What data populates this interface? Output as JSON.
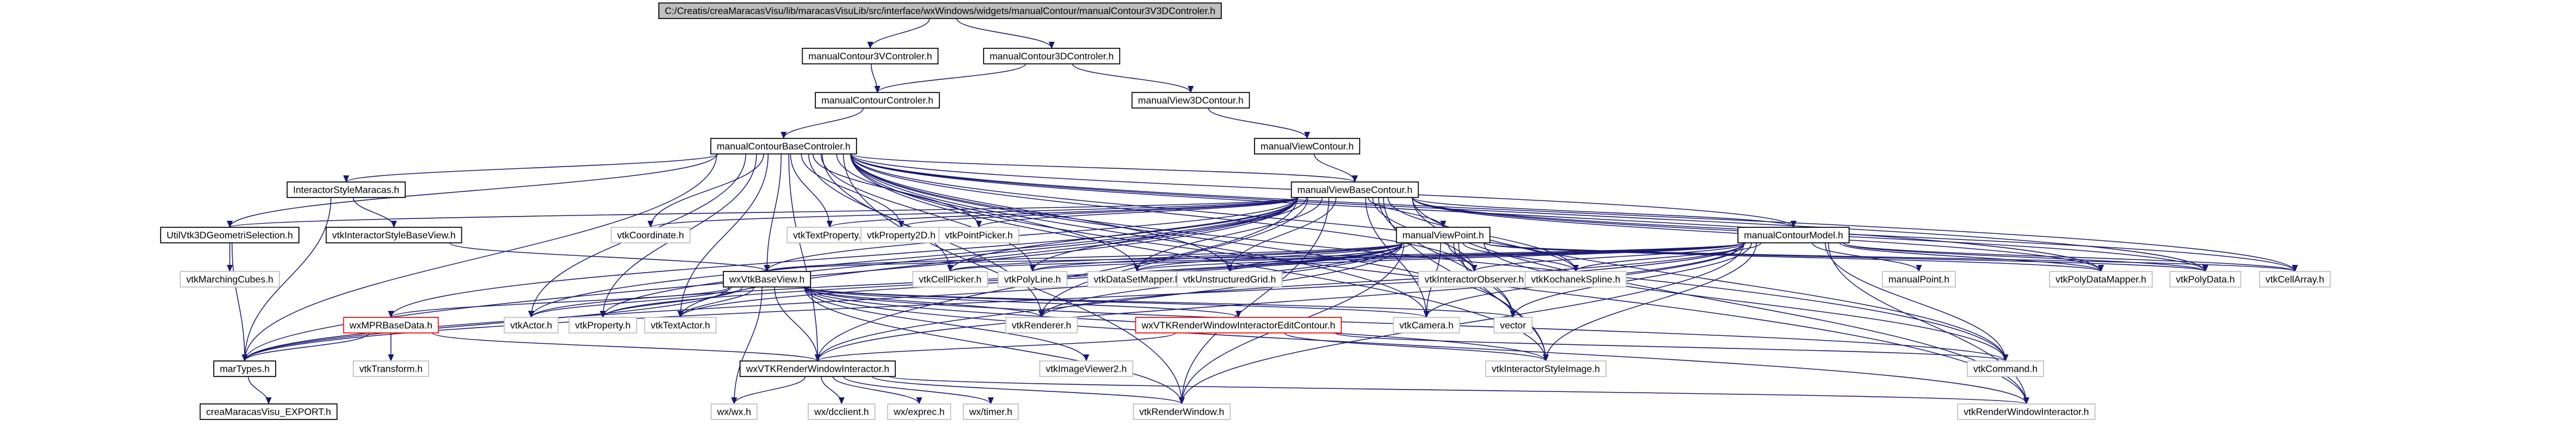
{
  "colors": {
    "background": "#ffffff",
    "edge": "#191970",
    "box_border": "#bfbfbf",
    "root_fill": "#bfbfbf",
    "root_border": "#000000",
    "linked_border": "#000000",
    "missing_border": "#ff0000",
    "text": "#000000"
  },
  "nodes": [
    {
      "id": "root",
      "label": "C:/Creatis/creaMaracasVisu/lib/maracasVisuLib/src/interface/wxWindows/widgets/manualContour/manualContour3V3DControler.h",
      "style": "root"
    },
    {
      "id": "c3v",
      "label": "manualContour3VControler.h",
      "style": "linked"
    },
    {
      "id": "c3d",
      "label": "manualContour3DControler.h",
      "style": "linked"
    },
    {
      "id": "cc",
      "label": "manualContourControler.h",
      "style": "linked"
    },
    {
      "id": "v3d",
      "label": "manualView3DContour.h",
      "style": "linked"
    },
    {
      "id": "cbc",
      "label": "manualContourBaseControler.h",
      "style": "linked"
    },
    {
      "id": "vc",
      "label": "manualViewContour.h",
      "style": "linked"
    },
    {
      "id": "ism",
      "label": "InteractorStyleMaracas.h",
      "style": "linked"
    },
    {
      "id": "vbc",
      "label": "manualViewBaseContour.h",
      "style": "linked"
    },
    {
      "id": "util",
      "label": "UtilVtk3DGeometriSelection.h",
      "style": "linked"
    },
    {
      "id": "isbv",
      "label": "vtkInteractorStyleBaseView.h",
      "style": "linked"
    },
    {
      "id": "vcoord",
      "label": "vtkCoordinate.h",
      "style": "plain"
    },
    {
      "id": "vtextprop",
      "label": "vtkTextProperty.h",
      "style": "plain"
    },
    {
      "id": "vprop2d",
      "label": "vtkProperty2D.h",
      "style": "plain"
    },
    {
      "id": "vpointpick",
      "label": "vtkPointPicker.h",
      "style": "plain"
    },
    {
      "id": "mvp",
      "label": "manualViewPoint.h",
      "style": "linked"
    },
    {
      "id": "mcm",
      "label": "manualContourModel.h",
      "style": "linked"
    },
    {
      "id": "vmc",
      "label": "vtkMarchingCubes.h",
      "style": "plain"
    },
    {
      "id": "vtkbv",
      "label": "wxVtkBaseView.h",
      "style": "linked"
    },
    {
      "id": "vcellpick",
      "label": "vtkCellPicker.h",
      "style": "plain"
    },
    {
      "id": "vpolyline",
      "label": "vtkPolyLine.h",
      "style": "plain"
    },
    {
      "id": "vdsm",
      "label": "vtkDataSetMapper.h",
      "style": "plain"
    },
    {
      "id": "vug",
      "label": "vtkUnstructuredGrid.h",
      "style": "plain"
    },
    {
      "id": "vio",
      "label": "vtkInteractorObserver.h",
      "style": "plain"
    },
    {
      "id": "vks",
      "label": "vtkKochanekSpline.h",
      "style": "plain"
    },
    {
      "id": "mpoint",
      "label": "manualPoint.h",
      "style": "plain"
    },
    {
      "id": "vpdm",
      "label": "vtkPolyDataMapper.h",
      "style": "plain"
    },
    {
      "id": "vpd",
      "label": "vtkPolyData.h",
      "style": "plain"
    },
    {
      "id": "vca",
      "label": "vtkCellArray.h",
      "style": "plain"
    },
    {
      "id": "mpr",
      "label": "wxMPRBaseData.h",
      "style": "missing"
    },
    {
      "id": "vactor",
      "label": "vtkActor.h",
      "style": "plain"
    },
    {
      "id": "vprop",
      "label": "vtkProperty.h",
      "style": "plain"
    },
    {
      "id": "vtextactor",
      "label": "vtkTextActor.h",
      "style": "plain"
    },
    {
      "id": "vrenderer",
      "label": "vtkRenderer.h",
      "style": "plain"
    },
    {
      "id": "rwiec",
      "label": "wxVTKRenderWindowInteractorEditContour.h",
      "style": "missing"
    },
    {
      "id": "vcam",
      "label": "vtkCamera.h",
      "style": "plain"
    },
    {
      "id": "vector",
      "label": "vector",
      "style": "plain"
    },
    {
      "id": "martypes",
      "label": "marTypes.h",
      "style": "linked"
    },
    {
      "id": "vtransform",
      "label": "vtkTransform.h",
      "style": "plain"
    },
    {
      "id": "rwi",
      "label": "wxVTKRenderWindowInteractor.h",
      "style": "linked"
    },
    {
      "id": "vimgv2",
      "label": "vtkImageViewer2.h",
      "style": "plain"
    },
    {
      "id": "visi",
      "label": "vtkInteractorStyleImage.h",
      "style": "plain"
    },
    {
      "id": "vcmd",
      "label": "vtkCommand.h",
      "style": "plain"
    },
    {
      "id": "export",
      "label": "creaMaracasVisu_EXPORT.h",
      "style": "linked"
    },
    {
      "id": "wxwx",
      "label": "wx/wx.h",
      "style": "plain"
    },
    {
      "id": "wxdc",
      "label": "wx/dcclient.h",
      "style": "plain"
    },
    {
      "id": "wxexp",
      "label": "wx/exprec.h",
      "style": "plain"
    },
    {
      "id": "wxtimer",
      "label": "wx/timer.h",
      "style": "plain"
    },
    {
      "id": "vrw",
      "label": "vtkRenderWindow.h",
      "style": "plain"
    },
    {
      "id": "vrwi",
      "label": "vtkRenderWindowInteractor.h",
      "style": "plain"
    }
  ],
  "edges": [
    [
      "root",
      "c3v"
    ],
    [
      "root",
      "c3d"
    ],
    [
      "c3v",
      "cc"
    ],
    [
      "c3d",
      "cc"
    ],
    [
      "c3d",
      "v3d"
    ],
    [
      "cc",
      "cbc"
    ],
    [
      "v3d",
      "vc"
    ],
    [
      "vc",
      "vbc"
    ],
    [
      "cbc",
      "ism"
    ],
    [
      "cbc",
      "vbc"
    ],
    [
      "cbc",
      "util"
    ],
    [
      "cbc",
      "mcm"
    ],
    [
      "cbc",
      "vcoord"
    ],
    [
      "cbc",
      "vtextprop"
    ],
    [
      "cbc",
      "vprop2d"
    ],
    [
      "cbc",
      "vpointpick"
    ],
    [
      "cbc",
      "vtkbv"
    ],
    [
      "cbc",
      "martypes"
    ],
    [
      "cbc",
      "vrenderer"
    ],
    [
      "cbc",
      "vcam"
    ],
    [
      "cbc",
      "vector"
    ],
    [
      "cbc",
      "vactor"
    ],
    [
      "cbc",
      "vprop"
    ],
    [
      "cbc",
      "vtextactor"
    ],
    [
      "cbc",
      "vcellpick"
    ],
    [
      "cbc",
      "vpolyline"
    ],
    [
      "cbc",
      "vdsm"
    ],
    [
      "cbc",
      "vug"
    ],
    [
      "cbc",
      "vio"
    ],
    [
      "cbc",
      "vks"
    ],
    [
      "cbc",
      "vpdm"
    ],
    [
      "cbc",
      "vpd"
    ],
    [
      "cbc",
      "vca"
    ],
    [
      "cbc",
      "rwi"
    ],
    [
      "cbc",
      "visi"
    ],
    [
      "cbc",
      "vcmd"
    ],
    [
      "cbc",
      "vrw"
    ],
    [
      "cbc",
      "vrwi"
    ],
    [
      "ism",
      "isbv"
    ],
    [
      "ism",
      "martypes"
    ],
    [
      "isbv",
      "vtkbv"
    ],
    [
      "util",
      "vmc"
    ],
    [
      "util",
      "martypes"
    ],
    [
      "vbc",
      "mvp"
    ],
    [
      "vbc",
      "mcm"
    ],
    [
      "vbc",
      "vcoord"
    ],
    [
      "vbc",
      "vtextprop"
    ],
    [
      "vbc",
      "vprop2d"
    ],
    [
      "vbc",
      "vpointpick"
    ],
    [
      "vbc",
      "util"
    ],
    [
      "vbc",
      "vtkbv"
    ],
    [
      "vbc",
      "vcellpick"
    ],
    [
      "vbc",
      "vpolyline"
    ],
    [
      "vbc",
      "vdsm"
    ],
    [
      "vbc",
      "vug"
    ],
    [
      "vbc",
      "vio"
    ],
    [
      "vbc",
      "vks"
    ],
    [
      "vbc",
      "vpdm"
    ],
    [
      "vbc",
      "vpd"
    ],
    [
      "vbc",
      "vca"
    ],
    [
      "vbc",
      "vactor"
    ],
    [
      "vbc",
      "vprop"
    ],
    [
      "vbc",
      "vtextactor"
    ],
    [
      "vbc",
      "vrenderer"
    ],
    [
      "vbc",
      "vcam"
    ],
    [
      "vbc",
      "martypes"
    ],
    [
      "vbc",
      "mpr"
    ],
    [
      "vbc",
      "rwi"
    ],
    [
      "vbc",
      "vrw"
    ],
    [
      "vbc",
      "vrwi"
    ],
    [
      "vbc",
      "visi"
    ],
    [
      "vbc",
      "vcmd"
    ],
    [
      "vbc",
      "vector"
    ],
    [
      "mvp",
      "vtkbv"
    ],
    [
      "mvp",
      "vcellpick"
    ],
    [
      "mvp",
      "vpolyline"
    ],
    [
      "mvp",
      "vdsm"
    ],
    [
      "mvp",
      "vug"
    ],
    [
      "mvp",
      "vio"
    ],
    [
      "mvp",
      "vks"
    ],
    [
      "mvp",
      "vpdm"
    ],
    [
      "mvp",
      "vpd"
    ],
    [
      "mvp",
      "vca"
    ],
    [
      "mvp",
      "vactor"
    ],
    [
      "mvp",
      "vprop"
    ],
    [
      "mvp",
      "vtextactor"
    ],
    [
      "mvp",
      "vrenderer"
    ],
    [
      "mvp",
      "vcam"
    ],
    [
      "mvp",
      "vector"
    ],
    [
      "mvp",
      "martypes"
    ],
    [
      "mvp",
      "rwi"
    ],
    [
      "mvp",
      "visi"
    ],
    [
      "mvp",
      "vcmd"
    ],
    [
      "mvp",
      "vrw"
    ],
    [
      "mcm",
      "mpoint"
    ],
    [
      "mcm",
      "vks"
    ],
    [
      "mcm",
      "vio"
    ],
    [
      "mcm",
      "vpdm"
    ],
    [
      "mcm",
      "vpd"
    ],
    [
      "mcm",
      "vca"
    ],
    [
      "mcm",
      "vcellpick"
    ],
    [
      "mcm",
      "vpolyline"
    ],
    [
      "mcm",
      "vdsm"
    ],
    [
      "mcm",
      "vug"
    ],
    [
      "mcm",
      "vector"
    ],
    [
      "mcm",
      "vrenderer"
    ],
    [
      "mcm",
      "vcam"
    ],
    [
      "mcm",
      "visi"
    ],
    [
      "mcm",
      "vcmd"
    ],
    [
      "mcm",
      "rwi"
    ],
    [
      "mcm",
      "vrwi"
    ],
    [
      "mcm",
      "vrw"
    ],
    [
      "mcm",
      "martypes"
    ],
    [
      "mcm",
      "vtkbv"
    ],
    [
      "vtkbv",
      "mpr"
    ],
    [
      "vtkbv",
      "vactor"
    ],
    [
      "vtkbv",
      "vprop"
    ],
    [
      "vtkbv",
      "vtextactor"
    ],
    [
      "vtkbv",
      "vrenderer"
    ],
    [
      "vtkbv",
      "rwiec"
    ],
    [
      "vtkbv",
      "vcam"
    ],
    [
      "vtkbv",
      "vector"
    ],
    [
      "vtkbv",
      "martypes"
    ],
    [
      "vtkbv",
      "rwi"
    ],
    [
      "vtkbv",
      "vimgv2"
    ],
    [
      "vtkbv",
      "visi"
    ],
    [
      "vtkbv",
      "vcmd"
    ],
    [
      "vtkbv",
      "wxwx"
    ],
    [
      "vtkbv",
      "vrw"
    ],
    [
      "vtkbv",
      "vrwi"
    ],
    [
      "mpr",
      "martypes"
    ],
    [
      "mpr",
      "vtransform"
    ],
    [
      "mpr",
      "rwi"
    ],
    [
      "rwiec",
      "rwi"
    ],
    [
      "rwiec",
      "visi"
    ],
    [
      "rwiec",
      "vcmd"
    ],
    [
      "martypes",
      "export"
    ],
    [
      "rwi",
      "wxwx"
    ],
    [
      "rwi",
      "wxdc"
    ],
    [
      "rwi",
      "wxexp"
    ],
    [
      "rwi",
      "wxtimer"
    ],
    [
      "rwi",
      "vrw"
    ],
    [
      "rwi",
      "vrwi"
    ]
  ]
}
